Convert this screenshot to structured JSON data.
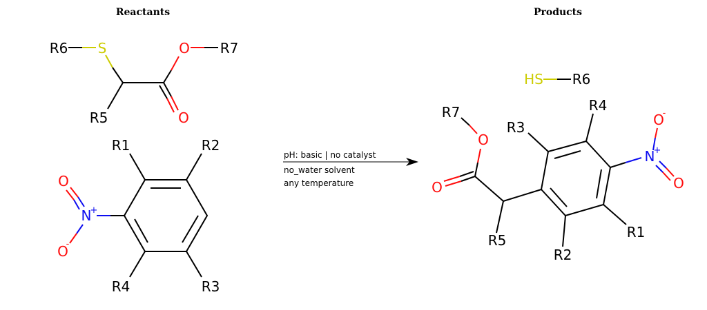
{
  "headers": {
    "reactants": "Reactants",
    "products": "Products"
  },
  "conditions": {
    "line1": "pH: basic | no catalyst",
    "line2": "no_water solvent",
    "line3": "any temperature"
  },
  "colors": {
    "carbon": "#000000",
    "oxygen": "#ff0d0d",
    "nitrogen": "#0d0df0",
    "sulfur": "#cccc00"
  },
  "reactant1": {
    "r6": "R6",
    "s": "S",
    "o_ester": "O",
    "r7": "R7",
    "o_carbonyl": "O",
    "r5": "R5"
  },
  "reactant2": {
    "r1": "R1",
    "r2": "R2",
    "o_top": "O",
    "n": "N",
    "n_charge": "+",
    "o_bottom": "O",
    "o_charge": "-",
    "r4": "R4",
    "r3": "R3"
  },
  "product1": {
    "hs": "HS",
    "r6": "R6"
  },
  "product2": {
    "r7": "R7",
    "o_ester": "O",
    "o_carbonyl": "O",
    "r5": "R5",
    "r3": "R3",
    "r4": "R4",
    "o_top": "O",
    "o_charge": "-",
    "n": "N",
    "n_charge": "+",
    "o_right": "O",
    "r1": "R1",
    "r2": "R2"
  }
}
